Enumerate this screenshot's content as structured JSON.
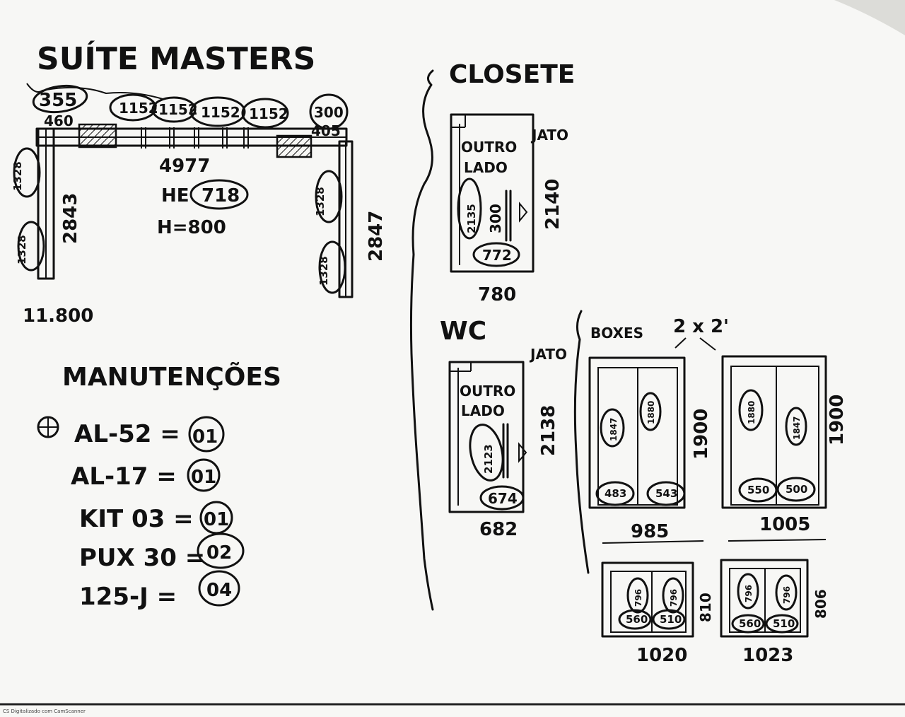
{
  "suite": {
    "title": "SUÍTE MASTERS",
    "labels": [
      "355",
      "460",
      "1152",
      "1152",
      "1152",
      "1152",
      "300",
      "405"
    ],
    "width_top": "4977",
    "he": "HE",
    "he_value": "718",
    "h_value": "H=800",
    "left_height": "2843",
    "right_height": "2847",
    "left_pieces": [
      "1328",
      "1328"
    ],
    "right_pieces": [
      "1328",
      "1328"
    ],
    "total": "11.800"
  },
  "manutencoes": {
    "title": "MANUTENÇÕES",
    "items": [
      {
        "label": "AL-52 =",
        "value": "01"
      },
      {
        "label": "AL-17 =",
        "value": "01"
      },
      {
        "label": "KIT 03 =",
        "value": "01"
      },
      {
        "label": "PUX 30 =",
        "value": "02"
      },
      {
        "label": "125-J =",
        "value": "04"
      }
    ]
  },
  "closet": {
    "title": "CLOSETE",
    "outro": "OUTRO",
    "lado": "LADO",
    "jato": "JATO",
    "vertical": "2135",
    "inner": "300",
    "height": "2140",
    "bottom_oval": "772",
    "width": "780"
  },
  "wc": {
    "title": "WC",
    "outro": "OUTRO",
    "lado": "LADO",
    "jato": "JATO",
    "vertical": "2123",
    "height": "2138",
    "bottom_oval": "674",
    "width": "682"
  },
  "boxes": {
    "title": "BOXES",
    "ratio": "2 x 2'",
    "box1": {
      "ovals": [
        "1847",
        "1880"
      ],
      "bottom": [
        "483",
        "543"
      ],
      "height": "1900",
      "width": "985"
    },
    "box2": {
      "ovals": [
        "1880",
        "1847"
      ],
      "bottom": [
        "550",
        "500"
      ],
      "height": "1900",
      "width": "1005"
    },
    "small1": {
      "ovals": [
        "796",
        "796"
      ],
      "bottom": [
        "560",
        "510"
      ],
      "height": "810",
      "width": "1020"
    },
    "small2": {
      "ovals": [
        "796",
        "796"
      ],
      "bottom": [
        "560",
        "510"
      ],
      "height": "806",
      "width": "1023"
    }
  },
  "footer": {
    "stamp": "CS Digitalizado com CamScanner"
  }
}
